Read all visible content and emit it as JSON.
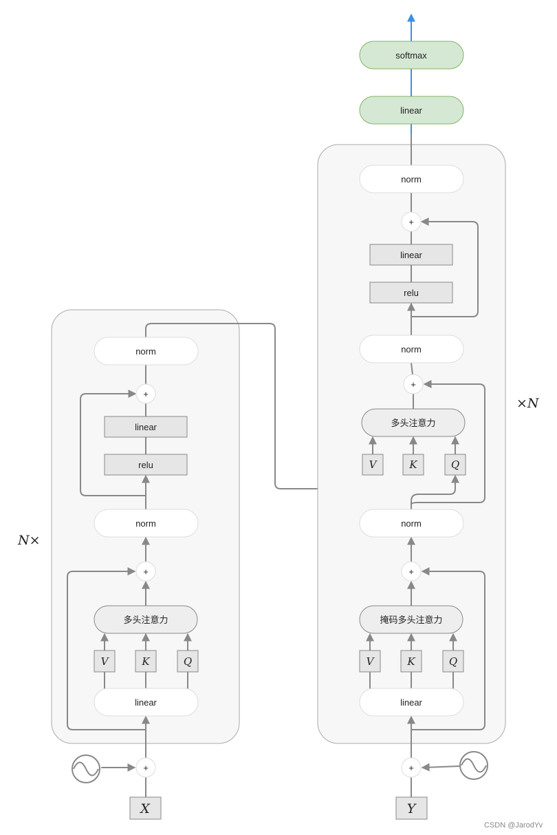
{
  "encoder": {
    "repeat_label": "N×",
    "norm_top": "norm",
    "add_top": "+",
    "ffn_linear": "linear",
    "ffn_relu": "relu",
    "norm_bottom": "norm",
    "add_bottom": "+",
    "attention": "多头注意力",
    "v": "V",
    "k": "K",
    "q": "Q",
    "linear": "linear",
    "add_input": "+",
    "input": "X"
  },
  "decoder": {
    "repeat_label": "×N",
    "norm_top": "norm",
    "add_top": "+",
    "ffn_linear": "linear",
    "ffn_relu": "relu",
    "norm_mid": "norm",
    "add_mid": "+",
    "cross_attention": "多头注意力",
    "cross_v": "V",
    "cross_k": "K",
    "cross_q": "Q",
    "norm_bottom": "norm",
    "add_bottom": "+",
    "masked_attention": "掩码多头注意力",
    "v": "V",
    "k": "K",
    "q": "Q",
    "linear": "linear",
    "add_input": "+",
    "input": "Y"
  },
  "output": {
    "linear": "linear",
    "softmax": "softmax"
  },
  "watermark": "CSDN @JarodYv",
  "icons": {
    "positional_encoding": "sine-wave-icon"
  },
  "colors": {
    "line": "#888888",
    "output_arrow": "#3d8fe0",
    "output_fill": "#d5e8d4",
    "output_stroke": "#82b366",
    "container_fill": "#f7f7f7",
    "layer_fill": "#e6e6e6"
  }
}
